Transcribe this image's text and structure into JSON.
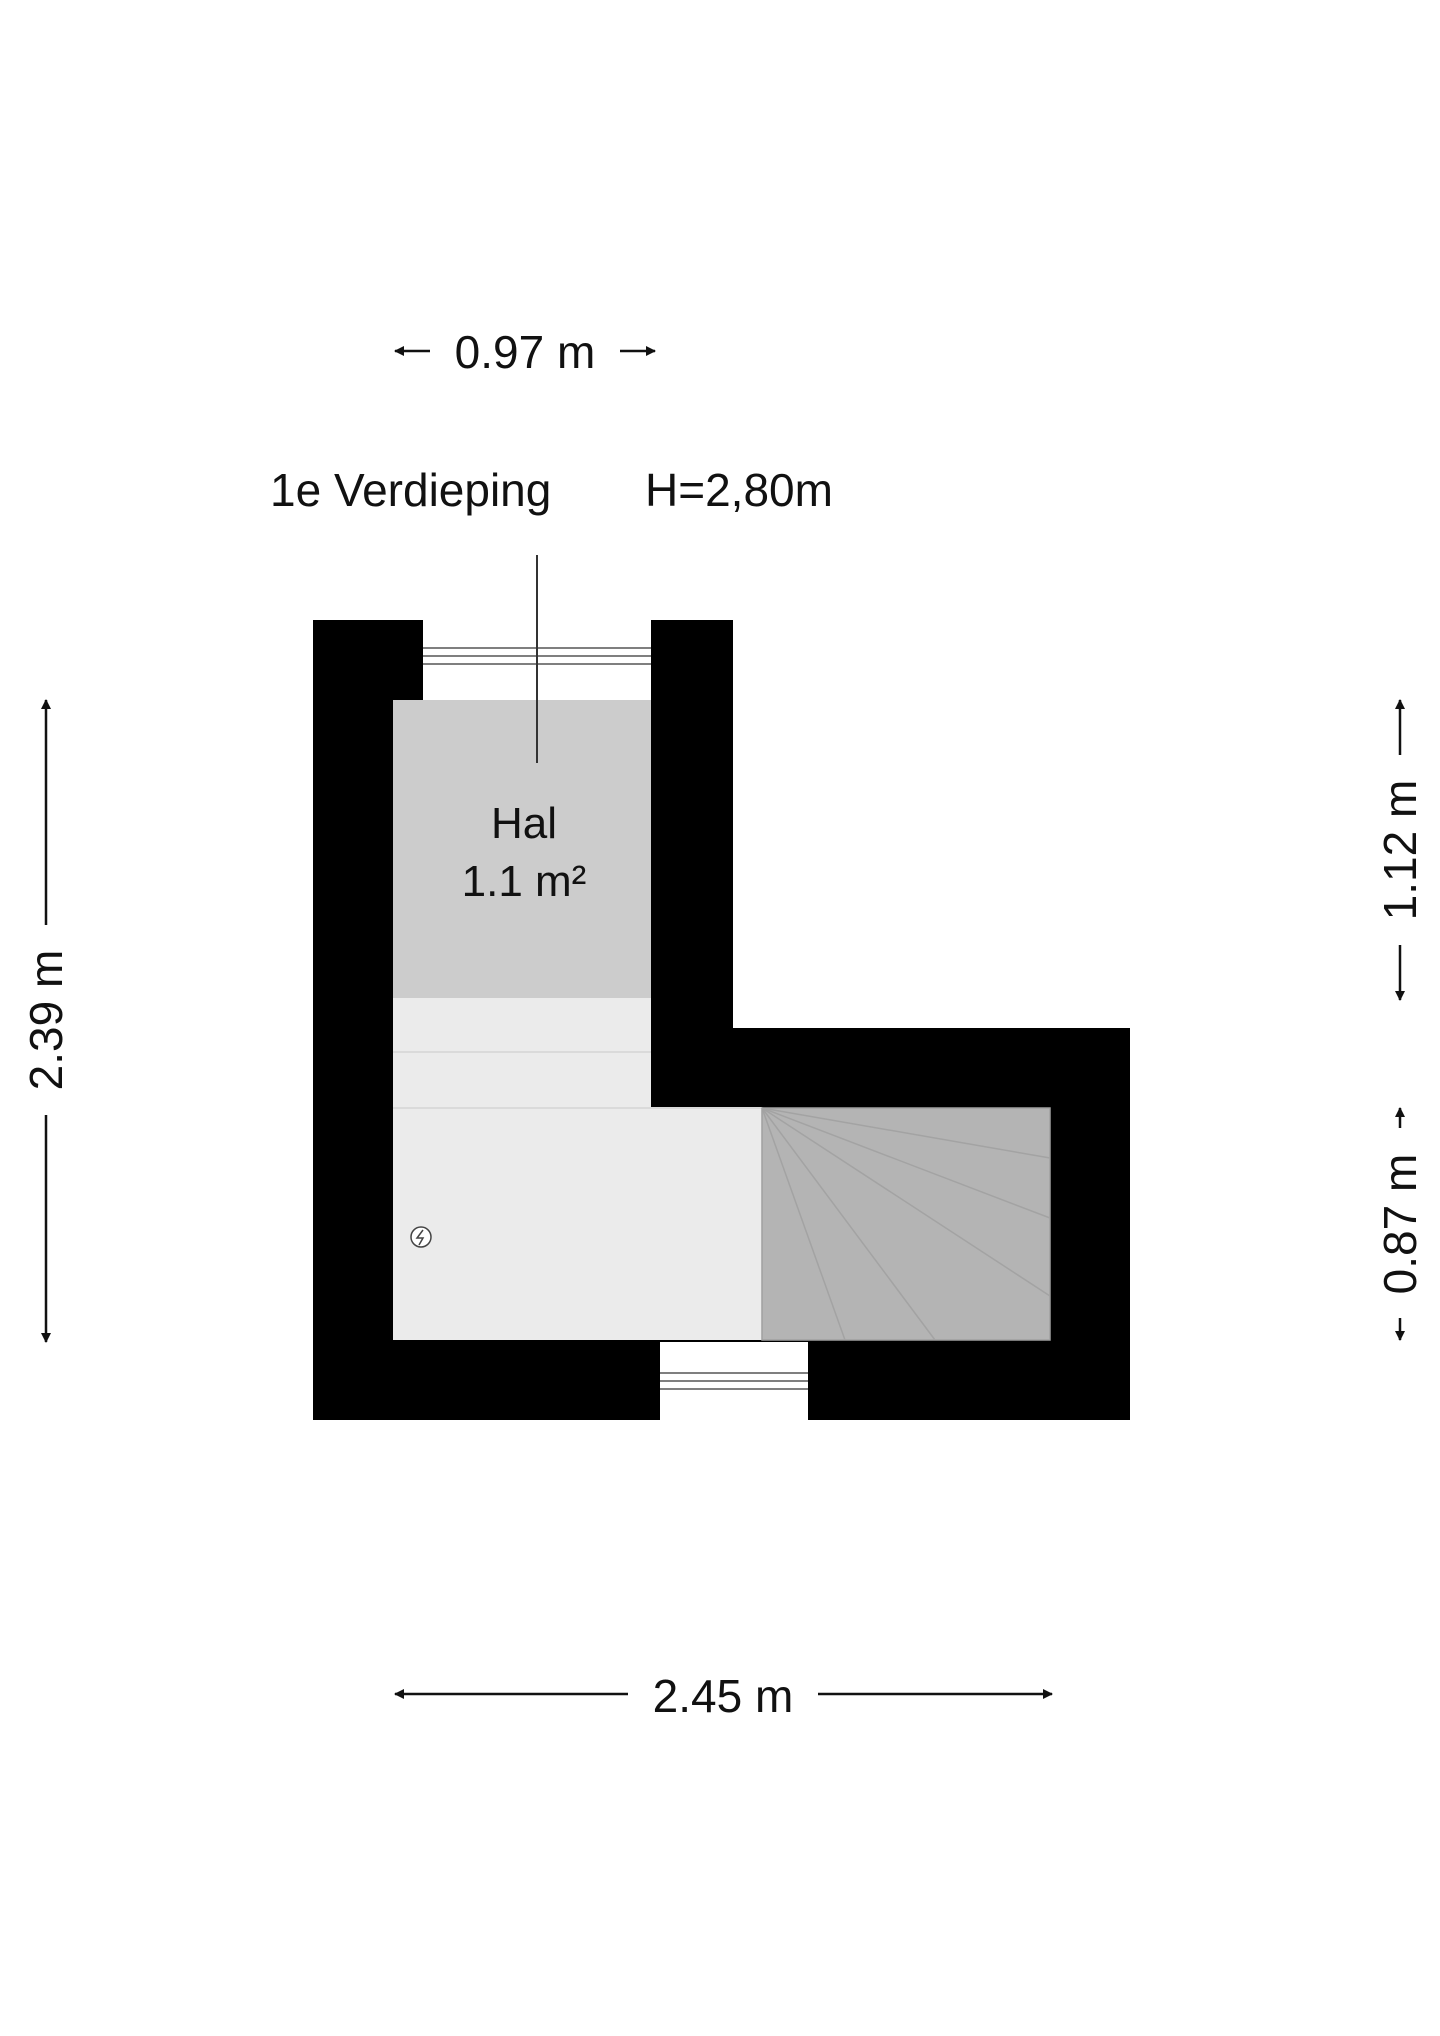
{
  "floor": {
    "name": "1e Verdieping",
    "height": "H=2,80m"
  },
  "room": {
    "name": "Hal",
    "area": "1.1 m²"
  },
  "dimensions": {
    "top_width": "0.97 m",
    "bottom_width": "2.45 m",
    "left_height": "2.39 m",
    "right_upper": "1.12 m",
    "right_lower": "0.87 m"
  },
  "icons": {
    "meter_cupboard": "electric-meter-icon"
  },
  "colors": {
    "wall": "#000000",
    "room_fill": "#cccccc",
    "floor_light": "#ebebeb",
    "stairs": "#b4b4b4",
    "text": "#111111"
  }
}
